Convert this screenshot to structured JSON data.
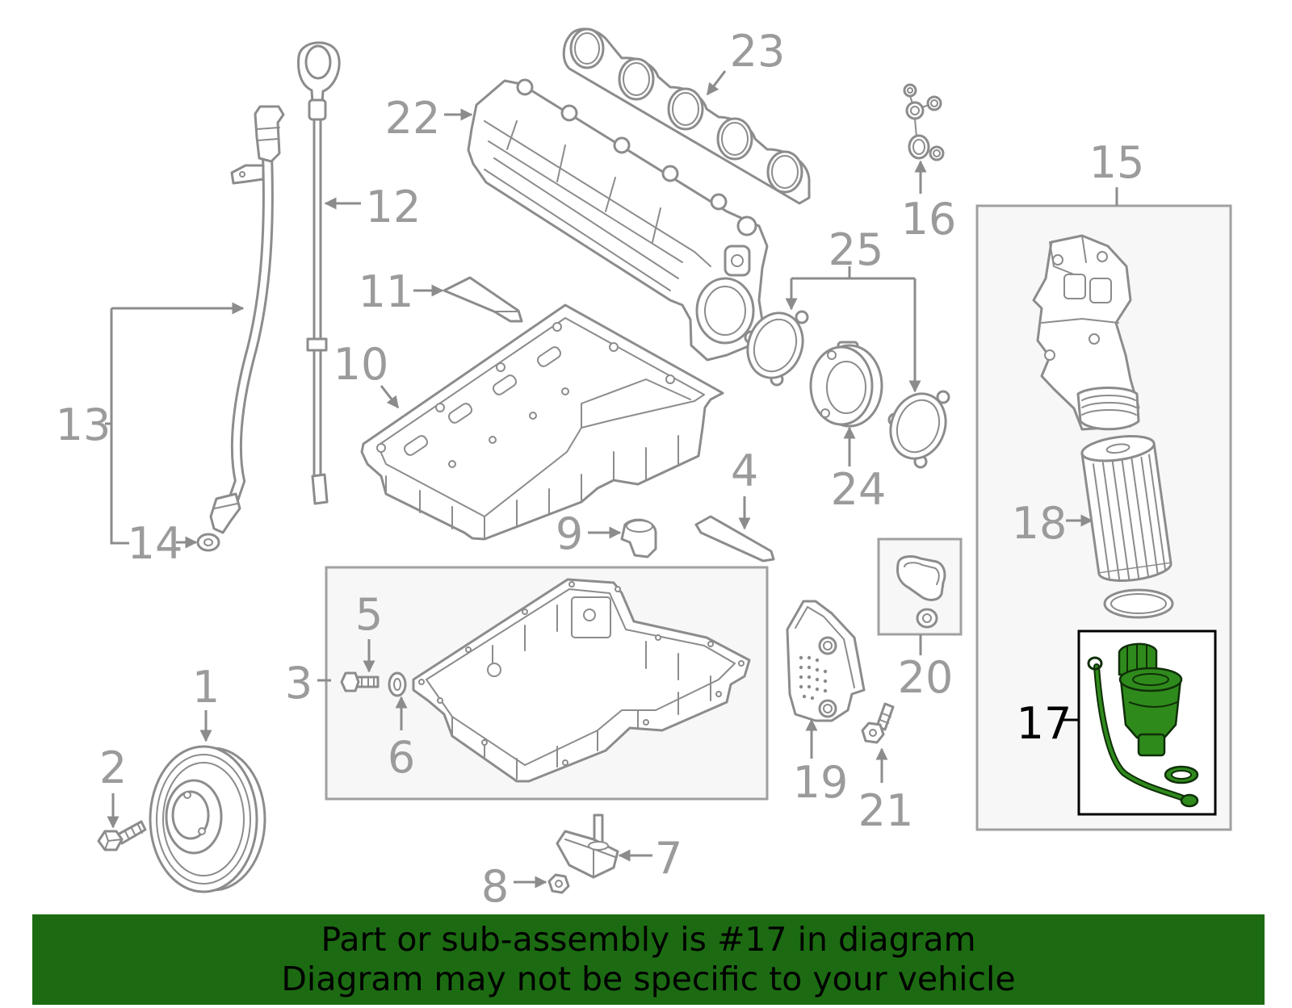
{
  "callouts": {
    "p1": "1",
    "p2": "2",
    "p3": "3",
    "p4": "4",
    "p5": "5",
    "p6": "6",
    "p7": "7",
    "p8": "8",
    "p9": "9",
    "p10": "10",
    "p11": "11",
    "p12": "12",
    "p13": "13",
    "p14": "14",
    "p15": "15",
    "p16": "16",
    "p17": "17",
    "p18": "18",
    "p19": "19",
    "p20": "20",
    "p21": "21",
    "p22": "22",
    "p23": "23",
    "p24": "24",
    "p25": "25"
  },
  "banner": {
    "line1": "Part or sub-assembly is #17 in diagram",
    "line2": "Diagram may not be specific to your vehicle"
  },
  "colors": {
    "line_art": "#8c8c8c",
    "callout_text": "#9b9b9b",
    "panel_fill": "#f7f7f7",
    "highlight_part": "#2f8a1c",
    "highlight_outline": "#000000",
    "banner_background": "#1c6b12",
    "banner_text": "#000000"
  }
}
